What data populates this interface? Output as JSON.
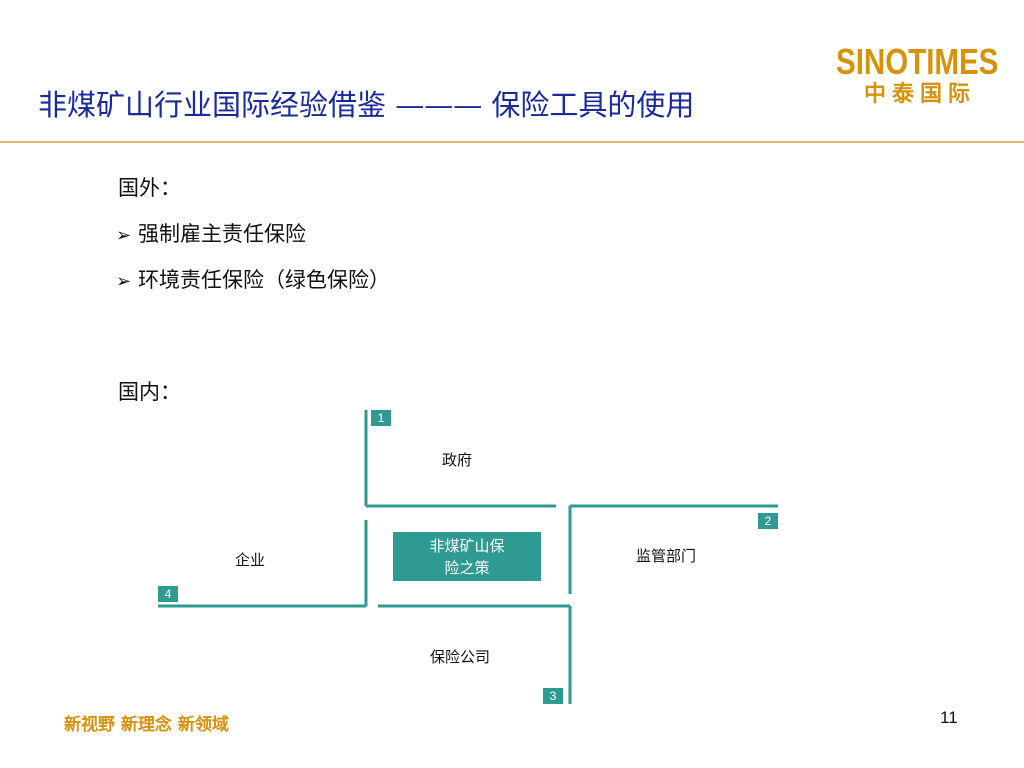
{
  "header": {
    "title": "非煤矿山行业国际经验借鉴 ——— 保险工具的使用",
    "logo_en": "SINOTIMES",
    "logo_cn": "中泰国际"
  },
  "content": {
    "foreign_label": "国外：",
    "foreign_items": [
      "强制雇主责任保险",
      "环境责任保险（绿色保险）"
    ],
    "domestic_label": "国内："
  },
  "diagram": {
    "center": "非煤矿山保险之策",
    "center_line1": "非煤矿山保",
    "center_line2": "险之策",
    "nodes": [
      {
        "number": "1",
        "label": "政府"
      },
      {
        "number": "2",
        "label": "监管部门"
      },
      {
        "number": "3",
        "label": "保险公司"
      },
      {
        "number": "4",
        "label": "企业"
      }
    ],
    "accent_color": "#2e9a92"
  },
  "footer": {
    "slogan": "新视野  新理念  新领域",
    "page_number": "11"
  },
  "colors": {
    "title": "#1a2a9a",
    "brand": "#d7920c",
    "rule": "#e6b86a"
  }
}
